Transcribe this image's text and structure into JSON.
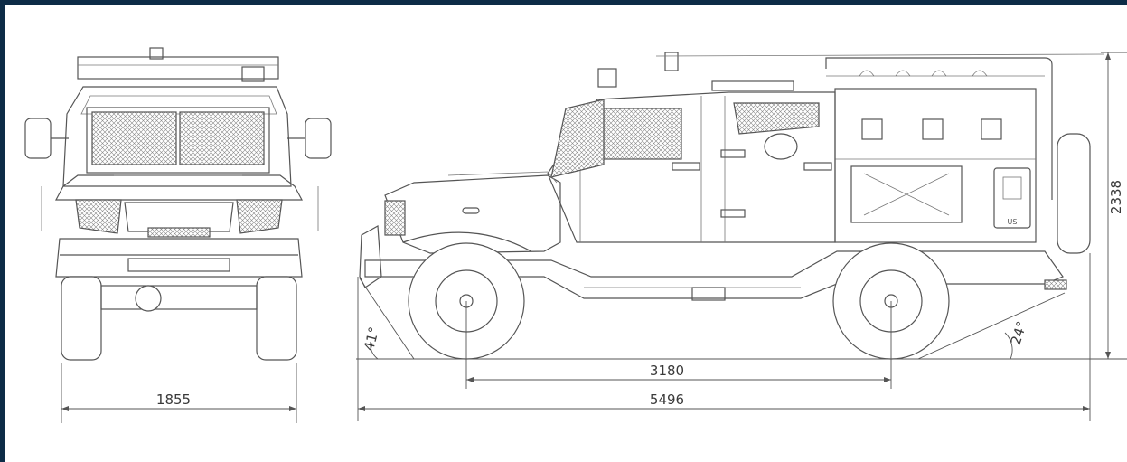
{
  "dimensions": {
    "front_width": "1855",
    "wheelbase": "3180",
    "overall_length": "5496",
    "overall_height": "2338",
    "approach_angle": "41°",
    "departure_angle": "24°"
  },
  "markings": {
    "jerrycan_label": "US"
  },
  "colors": {
    "frame_border": "#0d2c47",
    "background": "#ffffff",
    "line": "#555555"
  }
}
